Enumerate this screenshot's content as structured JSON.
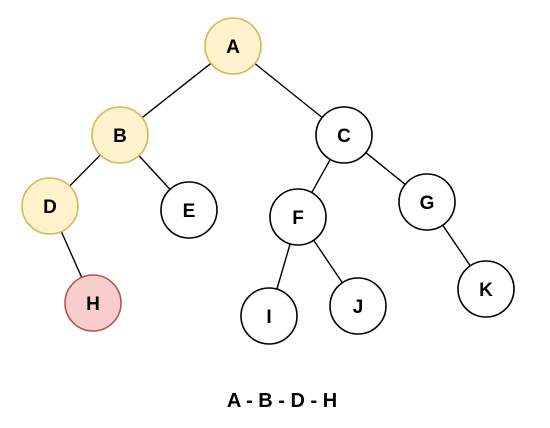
{
  "tree": {
    "nodes": [
      {
        "id": "A",
        "label": "A",
        "state": "path"
      },
      {
        "id": "B",
        "label": "B",
        "state": "path"
      },
      {
        "id": "C",
        "label": "C",
        "state": "normal"
      },
      {
        "id": "D",
        "label": "D",
        "state": "path"
      },
      {
        "id": "E",
        "label": "E",
        "state": "normal"
      },
      {
        "id": "F",
        "label": "F",
        "state": "normal"
      },
      {
        "id": "G",
        "label": "G",
        "state": "normal"
      },
      {
        "id": "H",
        "label": "H",
        "state": "target"
      },
      {
        "id": "I",
        "label": "I",
        "state": "normal"
      },
      {
        "id": "J",
        "label": "J",
        "state": "normal"
      },
      {
        "id": "K",
        "label": "K",
        "state": "normal"
      }
    ],
    "edges": [
      [
        "A",
        "B"
      ],
      [
        "A",
        "C"
      ],
      [
        "B",
        "D"
      ],
      [
        "B",
        "E"
      ],
      [
        "D",
        "H"
      ],
      [
        "C",
        "F"
      ],
      [
        "C",
        "G"
      ],
      [
        "F",
        "I"
      ],
      [
        "F",
        "J"
      ],
      [
        "G",
        "K"
      ]
    ]
  },
  "colors": {
    "path_fill": "#fff2cc",
    "path_stroke": "#d6b656",
    "target_fill": "#f8cecc",
    "target_stroke": "#b85450",
    "normal_fill": "#ffffff",
    "normal_stroke": "#000000"
  },
  "caption": {
    "path_text": "A - B - D - H"
  }
}
